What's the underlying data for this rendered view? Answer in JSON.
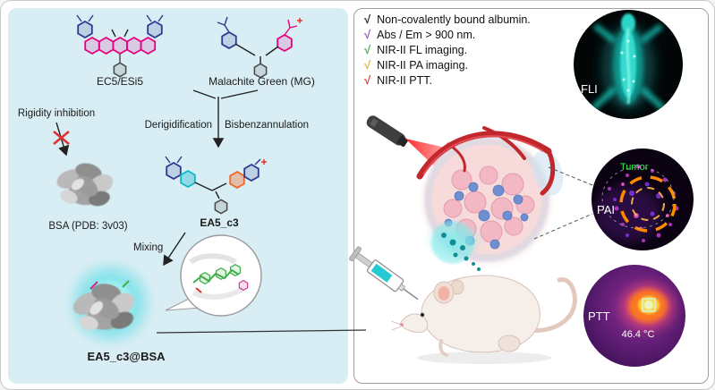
{
  "figure": {
    "left": {
      "ec5_label": "EC5/ESi5",
      "mg_label": "Malachite Green (MG)",
      "rigidity_label": "Rigidity inhibition",
      "derigidification_label": "Derigidification",
      "bisbenzannulation_label": "Bisbenzannulation",
      "bsa_label": "BSA (PDB: 3v03)",
      "ea5c3_label": "EA5_c3",
      "mixing_label": "Mixing",
      "final_label": "EA5_c3@BSA"
    },
    "right": {
      "checklist": [
        {
          "mark": "√",
          "color": "#1f1f1f",
          "text": "Non-covalently bound albumin."
        },
        {
          "mark": "√",
          "color": "#9b4dca",
          "text": "Abs / Em > 900 nm."
        },
        {
          "mark": "√",
          "color": "#3faf4c",
          "text": "NIR-II FL imaging."
        },
        {
          "mark": "√",
          "color": "#dfb52c",
          "text": "NIR-II PA imaging."
        },
        {
          "mark": "√",
          "color": "#e23a36",
          "text": "NIR-II PTT."
        }
      ],
      "fli_label": "FLI",
      "pai_label": "PAI",
      "ptt_label": "PTT",
      "tumor_label": "Tumor",
      "temperature": "46.4 °C"
    },
    "colors": {
      "panel_bg": "#d9edf4",
      "dye_magenta": "#e6007e",
      "dye_blue": "#2b3990",
      "highlight_cyan": "#0bb7c9",
      "highlight_orange": "#f26522",
      "molecule_green": "#3fae49",
      "laser_red": "#e8262b",
      "glow_cyan": "#37d9e2"
    }
  }
}
